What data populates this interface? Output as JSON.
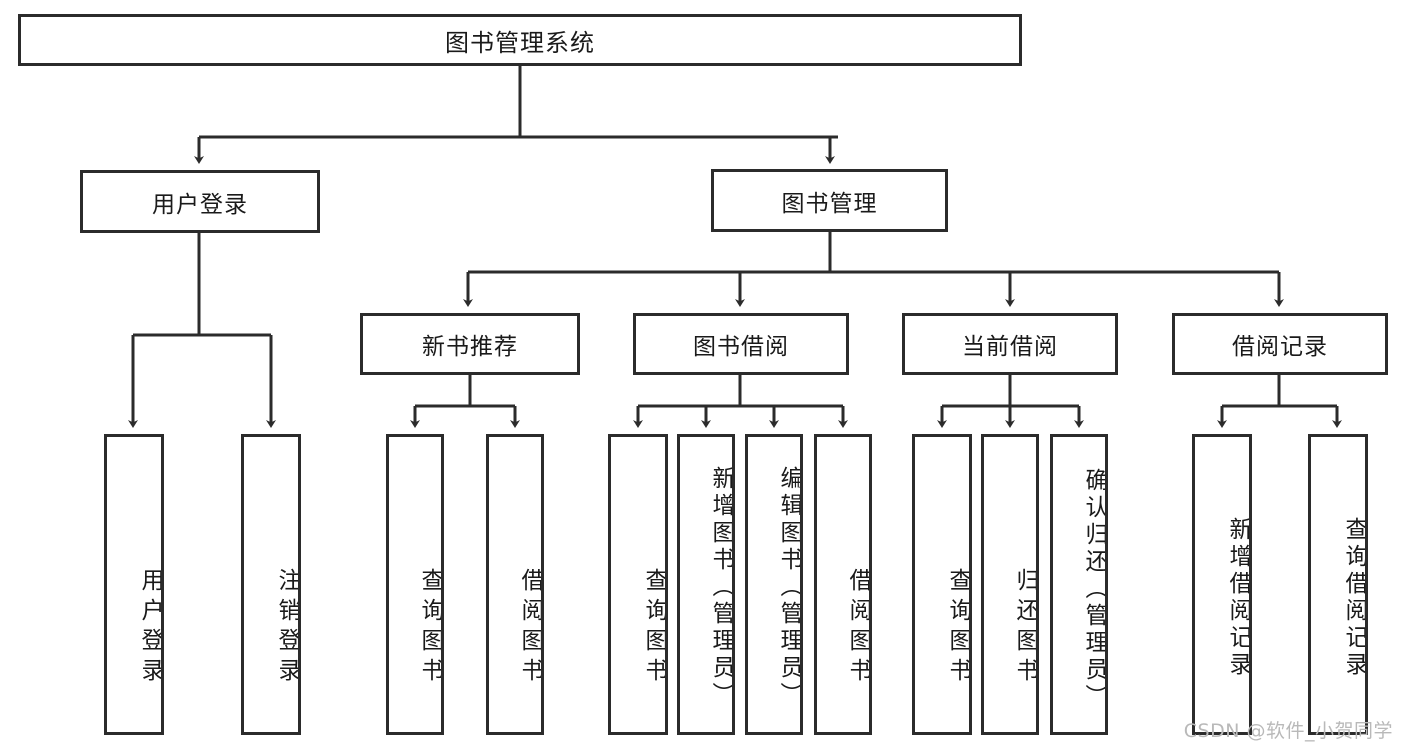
{
  "diagram": {
    "title": "图书管理系统",
    "type": "tree-hierarchy-diagram",
    "stroke_color": "#2b2b2b",
    "background_color": "#ffffff",
    "text_color": "#1a1a1a"
  },
  "nodes": {
    "root": {
      "label": "图书管理系统"
    },
    "level2": [
      {
        "label": "用户登录"
      },
      {
        "label": "图书管理"
      }
    ],
    "level3": [
      {
        "label": "新书推荐"
      },
      {
        "label": "图书借阅"
      },
      {
        "label": "当前借阅"
      },
      {
        "label": "借阅记录"
      }
    ],
    "leaves_user_login": [
      {
        "label": "用户登录"
      },
      {
        "label": "注销登录"
      }
    ],
    "leaves_new_book": [
      {
        "label": "查询图书"
      },
      {
        "label": "借阅图书"
      }
    ],
    "leaves_borrow": [
      {
        "label": "查询图书"
      },
      {
        "label": "新增图书（管理员）"
      },
      {
        "label": "编辑图书（管理员）"
      },
      {
        "label": "借阅图书"
      }
    ],
    "leaves_current": [
      {
        "label": "查询图书"
      },
      {
        "label": "归还图书"
      },
      {
        "label": "确认归还（管理员）"
      }
    ],
    "leaves_records": [
      {
        "label": "新增借阅记录"
      },
      {
        "label": "查询借阅记录"
      }
    ]
  },
  "watermark": {
    "text": "CSDN @软件_小贺同学"
  }
}
